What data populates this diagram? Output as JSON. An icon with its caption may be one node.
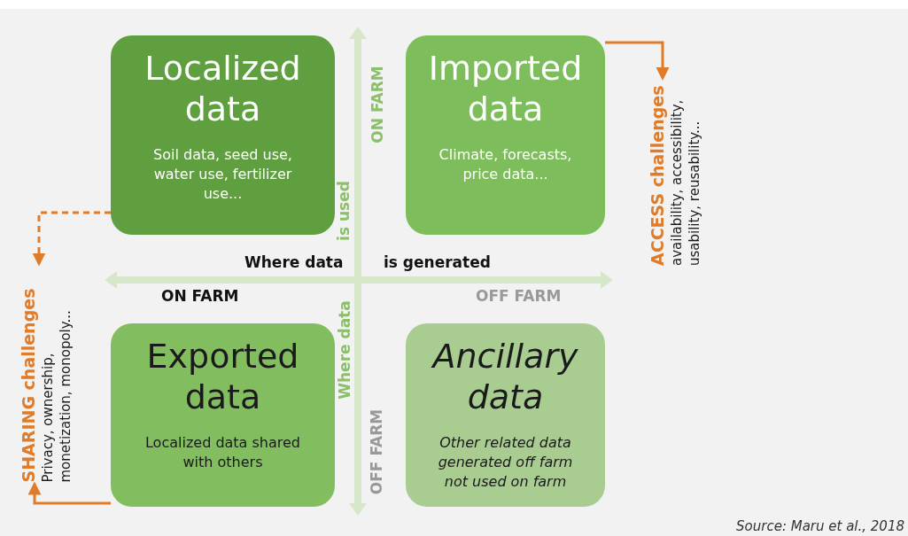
{
  "diagram": {
    "caption": "Source: Maru et al., 2018",
    "nodes": [
      {
        "text": [
          "Localized data",
          "Soil data, seed use, water use, fertilizer use..."
        ]
      },
      {
        "text": [
          "Imported data",
          "Climate, forecasts, price data..."
        ]
      },
      {
        "text": [
          "Exported data",
          "Localized data shared with others"
        ]
      },
      {
        "text": [
          "Ancillary data",
          "Other related data generated off farm not used on farm"
        ]
      },
      {
        "text": [
          "SHARING challenges",
          "Privacy, ownership, monetization, monopoly..."
        ]
      },
      {
        "text": [
          "ACCESS challenges",
          "availability, accessibility, usability, reusability..."
        ]
      }
    ],
    "edges": [
      {
        "from": 0,
        "to": 4,
        "arrow": "to",
        "style": "dashed"
      },
      {
        "from": 2,
        "to": 4,
        "arrow": "to"
      },
      {
        "from": 1,
        "to": 5,
        "arrow": "to"
      }
    ],
    "labels": [
      "ON FARM",
      "is used",
      "Where data",
      "is generated",
      "ON FARM",
      "OFF FARM",
      "Where data",
      "OFF FARM"
    ]
  }
}
